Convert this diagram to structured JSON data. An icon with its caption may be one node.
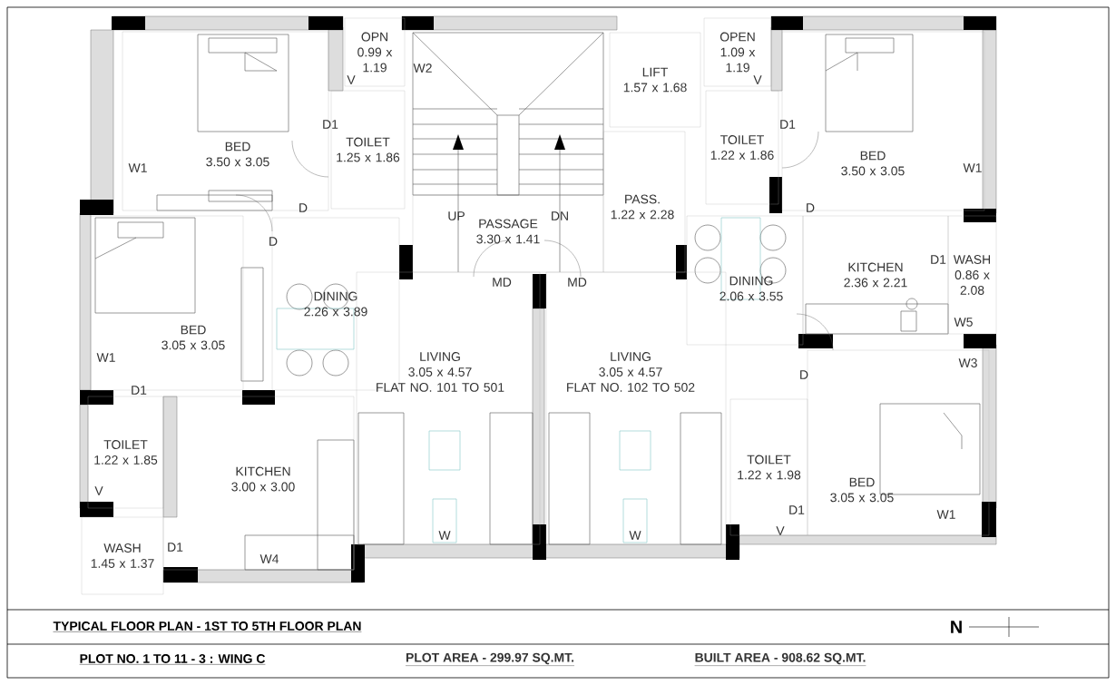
{
  "diagram": {
    "title": "TYPICAL FLOOR PLAN - 1ST TO 5TH FLOOR PLAN",
    "nodes": [
      {
        "text": [
          "BED",
          "3.50 x 3.05"
        ]
      },
      {
        "text": [
          "OPN",
          "0.99 x 1.19"
        ]
      },
      {
        "text": [
          "TOILET",
          "1.25 x 1.86"
        ]
      },
      {
        "text": [
          "LIFT",
          "1.57 x 1.68"
        ]
      },
      {
        "text": [
          "OPEN",
          "1.09 x 1.19"
        ]
      },
      {
        "text": [
          "TOILET",
          "1.22 x 1.86"
        ]
      },
      {
        "text": [
          "BED",
          "3.50 x 3.05"
        ]
      },
      {
        "text": [
          "PASSAGE",
          "3.30 x 1.41"
        ]
      },
      {
        "text": [
          "PASS.",
          "1.22 x 2.28"
        ]
      },
      {
        "text": [
          "BED",
          "3.05 x 3.05"
        ]
      },
      {
        "text": [
          "DINING",
          "2.26 x 3.89"
        ]
      },
      {
        "text": [
          "KITCHEN",
          "2.36 x 2.21"
        ]
      },
      {
        "text": [
          "WASH",
          "0.86 x 2.08"
        ]
      },
      {
        "text": [
          "DINING",
          "2.06 x 3.55"
        ]
      },
      {
        "text": [
          "LIVING",
          "3.05 x 4.57",
          "FLAT NO. 101 TO 501"
        ]
      },
      {
        "text": [
          "LIVING",
          "3.05 x 4.57",
          "FLAT NO. 102 TO 502"
        ]
      },
      {
        "text": [
          "TOILET",
          "1.22 x 1.85"
        ]
      },
      {
        "text": [
          "KITCHEN",
          "3.00 x 3.00"
        ]
      },
      {
        "text": [
          "TOILET",
          "1.22 x 1.98"
        ]
      },
      {
        "text": [
          "BED",
          "3.05 x 3.05"
        ]
      },
      {
        "text": [
          "WASH",
          "1.45 x 1.37"
        ]
      }
    ],
    "labels": [
      "V",
      "W2",
      "V",
      "D1",
      "D1",
      "W1",
      "W1",
      "D",
      "D",
      "UP",
      "DN",
      "D",
      "D1",
      "MD",
      "MD",
      "W5",
      "W1",
      "D",
      "W3",
      "D1",
      "V",
      "D1",
      "W1",
      "W",
      "W",
      "D1",
      "W4",
      "V",
      "PLOT NO. 1 TO 11 - 3  : WING C",
      "PLOT AREA - 299.97 SQ.MT.",
      "BUILT AREA - 908.62 SQ.MT.",
      "N"
    ]
  }
}
